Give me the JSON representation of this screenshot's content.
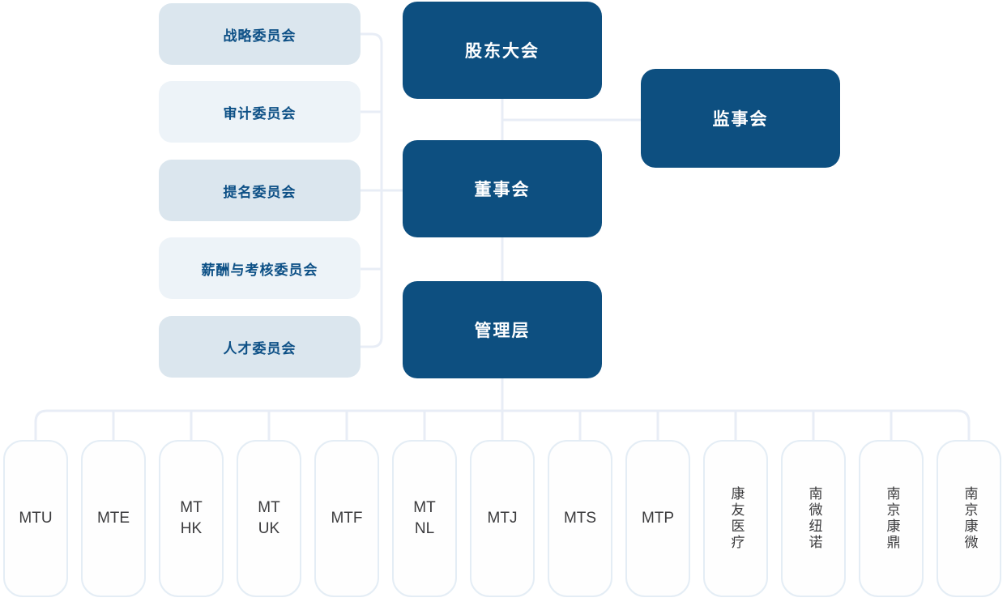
{
  "palette": {
    "navy": "#0d4f80",
    "committee_text": "#0d5086",
    "committee_bg_dark": "#dbe6ee",
    "committee_bg_light": "#edf3f8",
    "connector_line": "#e8edf6",
    "subsidiary_border": "#e4edf5",
    "subsidiary_text": "#3b3b3d"
  },
  "committees": [
    {
      "label": "战略委员会"
    },
    {
      "label": "审计委员会"
    },
    {
      "label": "提名委员会"
    },
    {
      "label": "薪酬与考核委员会"
    },
    {
      "label": "人才委员会"
    }
  ],
  "governance": {
    "shareholders_meeting": "股东大会",
    "board_of_directors": "董事会",
    "management": "管理层",
    "supervisory_board": "监事会"
  },
  "subsidiaries": [
    {
      "label": "MTU"
    },
    {
      "label": "MTE"
    },
    {
      "label": "MT\nHK"
    },
    {
      "label": "MT\nUK"
    },
    {
      "label": "MTF"
    },
    {
      "label": "MT\nNL"
    },
    {
      "label": "MTJ"
    },
    {
      "label": "MTS"
    },
    {
      "label": "MTP"
    },
    {
      "label": "康友医疗"
    },
    {
      "label": "南微纽诺"
    },
    {
      "label": "南京康鼎"
    },
    {
      "label": "南京康微"
    }
  ]
}
